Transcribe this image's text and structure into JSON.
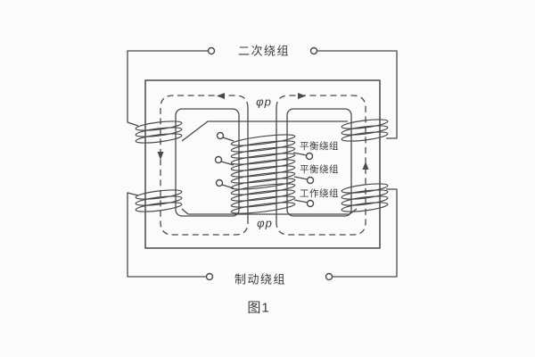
{
  "colors": {
    "background": "#fbfbfb",
    "line": "#4a4a4a",
    "text": "#3a3a3a"
  },
  "figure": {
    "secondary_winding_label": "二次绕组",
    "flux_label_top": "φp",
    "flux_label_bottom": "φp",
    "core_winding_labels": [
      {
        "label": "平衡绕组"
      },
      {
        "label": "平衡绕组"
      },
      {
        "label": "工作绕组"
      }
    ],
    "braking_winding_label": "制动绕组",
    "caption": "图1"
  }
}
